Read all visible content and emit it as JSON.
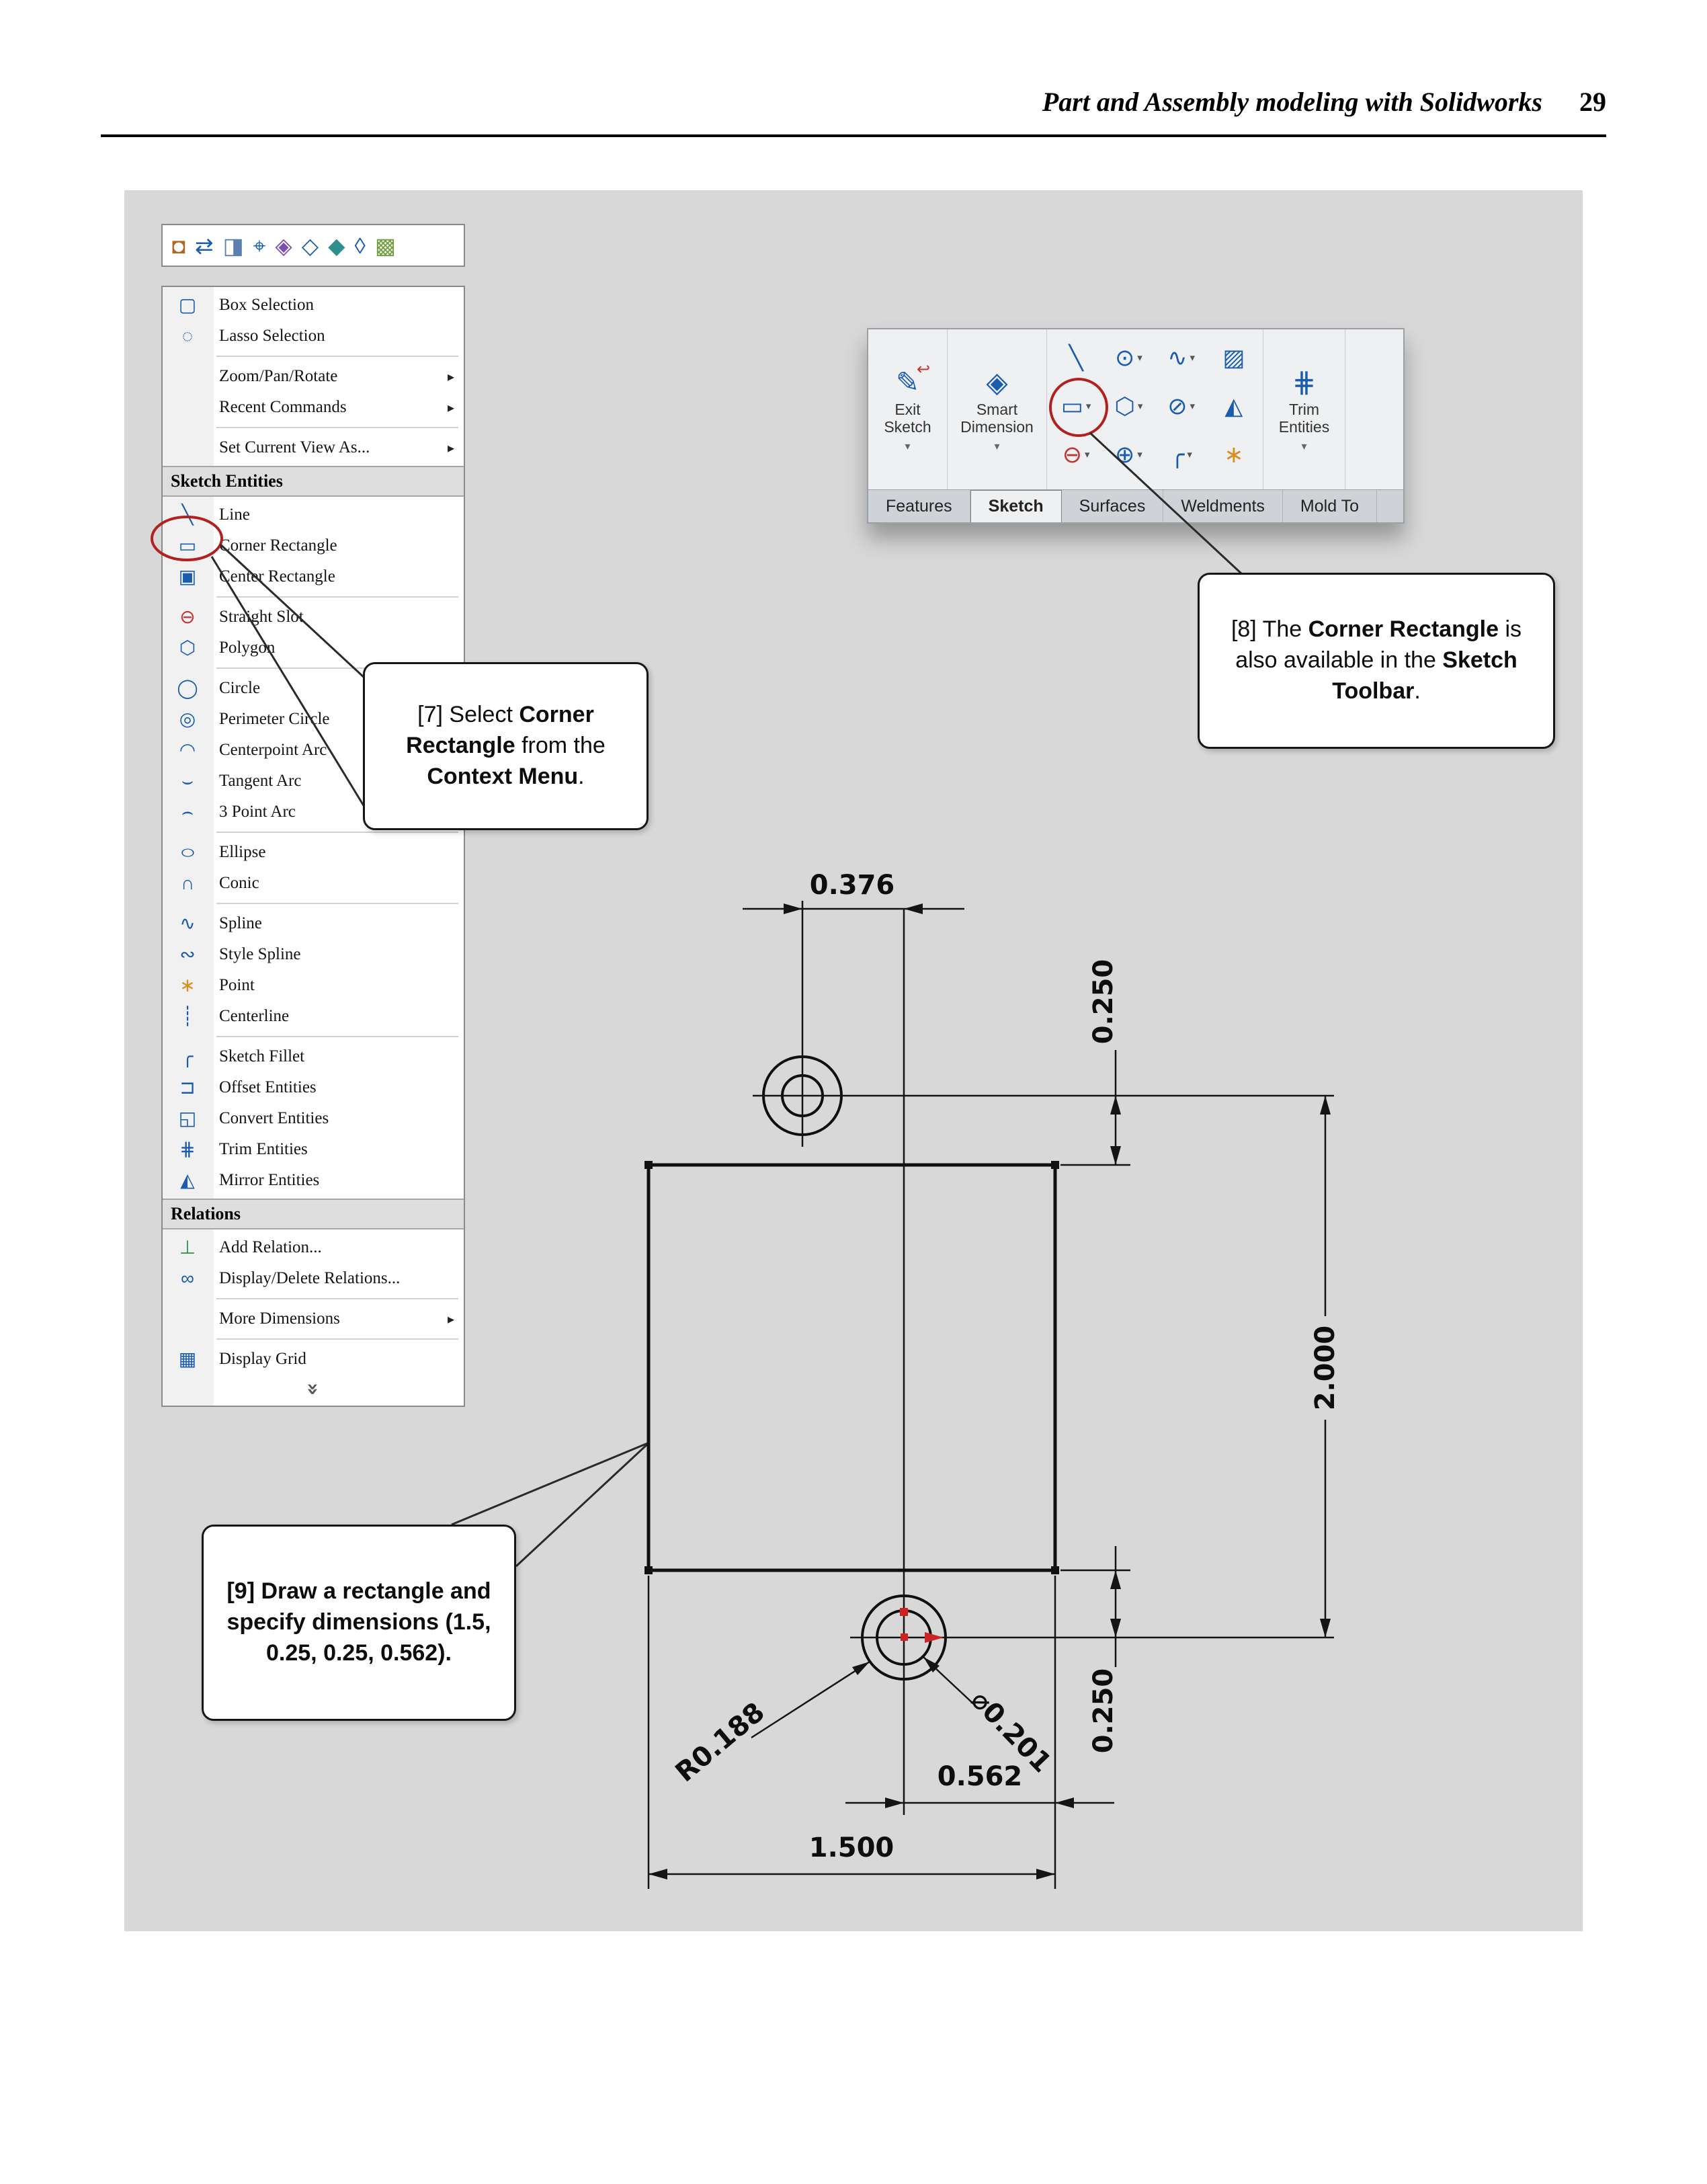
{
  "header": {
    "title": "Part and Assembly modeling with Solidworks",
    "page_number": "29"
  },
  "colors": {
    "annotation_red": "#b32020",
    "accent_blue": "#1b5cad",
    "panel_gray": "#d8d8d8"
  },
  "mini_toolbar": {
    "icons": [
      {
        "name": "select",
        "glyph": "◘"
      },
      {
        "name": "swap-selection",
        "glyph": "⇄"
      },
      {
        "name": "selection-view",
        "glyph": "◨"
      },
      {
        "name": "zoom",
        "glyph": "⌖"
      },
      {
        "name": "filter",
        "glyph": "◈"
      },
      {
        "name": "sketch",
        "glyph": "◇"
      },
      {
        "name": "measure",
        "glyph": "◆"
      },
      {
        "name": "appearance",
        "glyph": "◊"
      },
      {
        "name": "scene",
        "glyph": "▩"
      }
    ]
  },
  "context_menu": {
    "submenu_arrow": "▸",
    "collapse_glyph": "»",
    "headers": {
      "sketch_entities": "Sketch Entities",
      "relations": "Relations"
    },
    "items": [
      {
        "label": "Box Selection",
        "glyph": "▢"
      },
      {
        "label": "Lasso Selection",
        "glyph": "◌"
      },
      {
        "label": "Zoom/Pan/Rotate",
        "glyph": ""
      },
      {
        "label": "Recent Commands",
        "glyph": ""
      },
      {
        "label": "Set Current View As...",
        "glyph": ""
      },
      {
        "label": "Line",
        "glyph": "╲"
      },
      {
        "label": "Corner Rectangle",
        "glyph": "▭"
      },
      {
        "label": "Center Rectangle",
        "glyph": "▣"
      },
      {
        "label": "Straight Slot",
        "glyph": "⊖"
      },
      {
        "label": "Polygon",
        "glyph": "⬡"
      },
      {
        "label": "Circle",
        "glyph": "◯"
      },
      {
        "label": "Perimeter Circle",
        "glyph": "◎"
      },
      {
        "label": "Centerpoint Arc",
        "glyph": "◠"
      },
      {
        "label": "Tangent Arc",
        "glyph": "⌣"
      },
      {
        "label": "3 Point Arc",
        "glyph": "⌢"
      },
      {
        "label": "Ellipse",
        "glyph": "○"
      },
      {
        "label": "Conic",
        "glyph": "∩"
      },
      {
        "label": "Spline",
        "glyph": "∿"
      },
      {
        "label": "Style Spline",
        "glyph": "∾"
      },
      {
        "label": "Point",
        "glyph": "∗"
      },
      {
        "label": "Centerline",
        "glyph": "┊"
      },
      {
        "label": "Sketch Fillet",
        "glyph": "╭"
      },
      {
        "label": "Offset Entities",
        "glyph": "⊐"
      },
      {
        "label": "Convert Entities",
        "glyph": "◱"
      },
      {
        "label": "Trim Entities",
        "glyph": "⋕"
      },
      {
        "label": "Mirror Entities",
        "glyph": "◭"
      },
      {
        "label": "Add Relation...",
        "glyph": "⊥"
      },
      {
        "label": "Display/Delete Relations...",
        "glyph": "∞"
      },
      {
        "label": "More Dimensions",
        "glyph": ""
      },
      {
        "label": "Display Grid",
        "glyph": "▦"
      }
    ]
  },
  "ribbon": {
    "exit_sketch": {
      "icon": "✎",
      "overlay": "↩",
      "line1": "Exit",
      "line2": "Sketch"
    },
    "smart_dimension": {
      "icon": "◈",
      "line1": "Smart",
      "line2": "Dimension"
    },
    "trim_entities": {
      "icon": "⋕",
      "line1": "Trim",
      "line2": "Entities"
    },
    "drop_glyph": "▾",
    "tools": [
      {
        "name": "line-tool",
        "glyph": "╲"
      },
      {
        "name": "circle-tool",
        "glyph": "⊙"
      },
      {
        "name": "spline-tool",
        "glyph": "∿"
      },
      {
        "name": "pattern-tool",
        "glyph": "▨"
      },
      {
        "name": "corner-rectangle-tool",
        "glyph": "▭"
      },
      {
        "name": "polygon-tool",
        "glyph": "⬡"
      },
      {
        "name": "ellipse-tool",
        "glyph": "⊘"
      },
      {
        "name": "mirror-tool",
        "glyph": "◭"
      },
      {
        "name": "slot-tool",
        "glyph": "⊖"
      },
      {
        "name": "arc-tool",
        "glyph": "⊕"
      },
      {
        "name": "fillet-tool",
        "glyph": "╭"
      },
      {
        "name": "point-tool",
        "glyph": "∗"
      }
    ],
    "tabs": [
      {
        "label": "Features"
      },
      {
        "label": "Sketch"
      },
      {
        "label": "Surfaces"
      },
      {
        "label": "Weldments"
      },
      {
        "label": "Mold To"
      }
    ]
  },
  "callouts": {
    "c7": {
      "s1": "[7] Select ",
      "s2": "Corner Rectangle",
      "s3": " from the ",
      "s4": "Context Menu",
      "s5": "."
    },
    "c8": {
      "s1": "[8] The ",
      "s2": "Corner Rectangle",
      "s3": " is also available in the ",
      "s4": "Sketch Toolbar",
      "s5": "."
    },
    "c9": {
      "s1": "[9] Draw a rectangle and specify dimensions (1.5, 0.25, 0.25, 0.562)."
    }
  },
  "drawing": {
    "dims": {
      "d_top": "0.376",
      "d_right_top": "0.250",
      "d_right": "2.000",
      "d_right_bottom": "0.250",
      "d_inner_width": "0.562",
      "d_width": "1.500",
      "d_radius": "R0.188",
      "d_diameter": "⌀0.201"
    }
  }
}
